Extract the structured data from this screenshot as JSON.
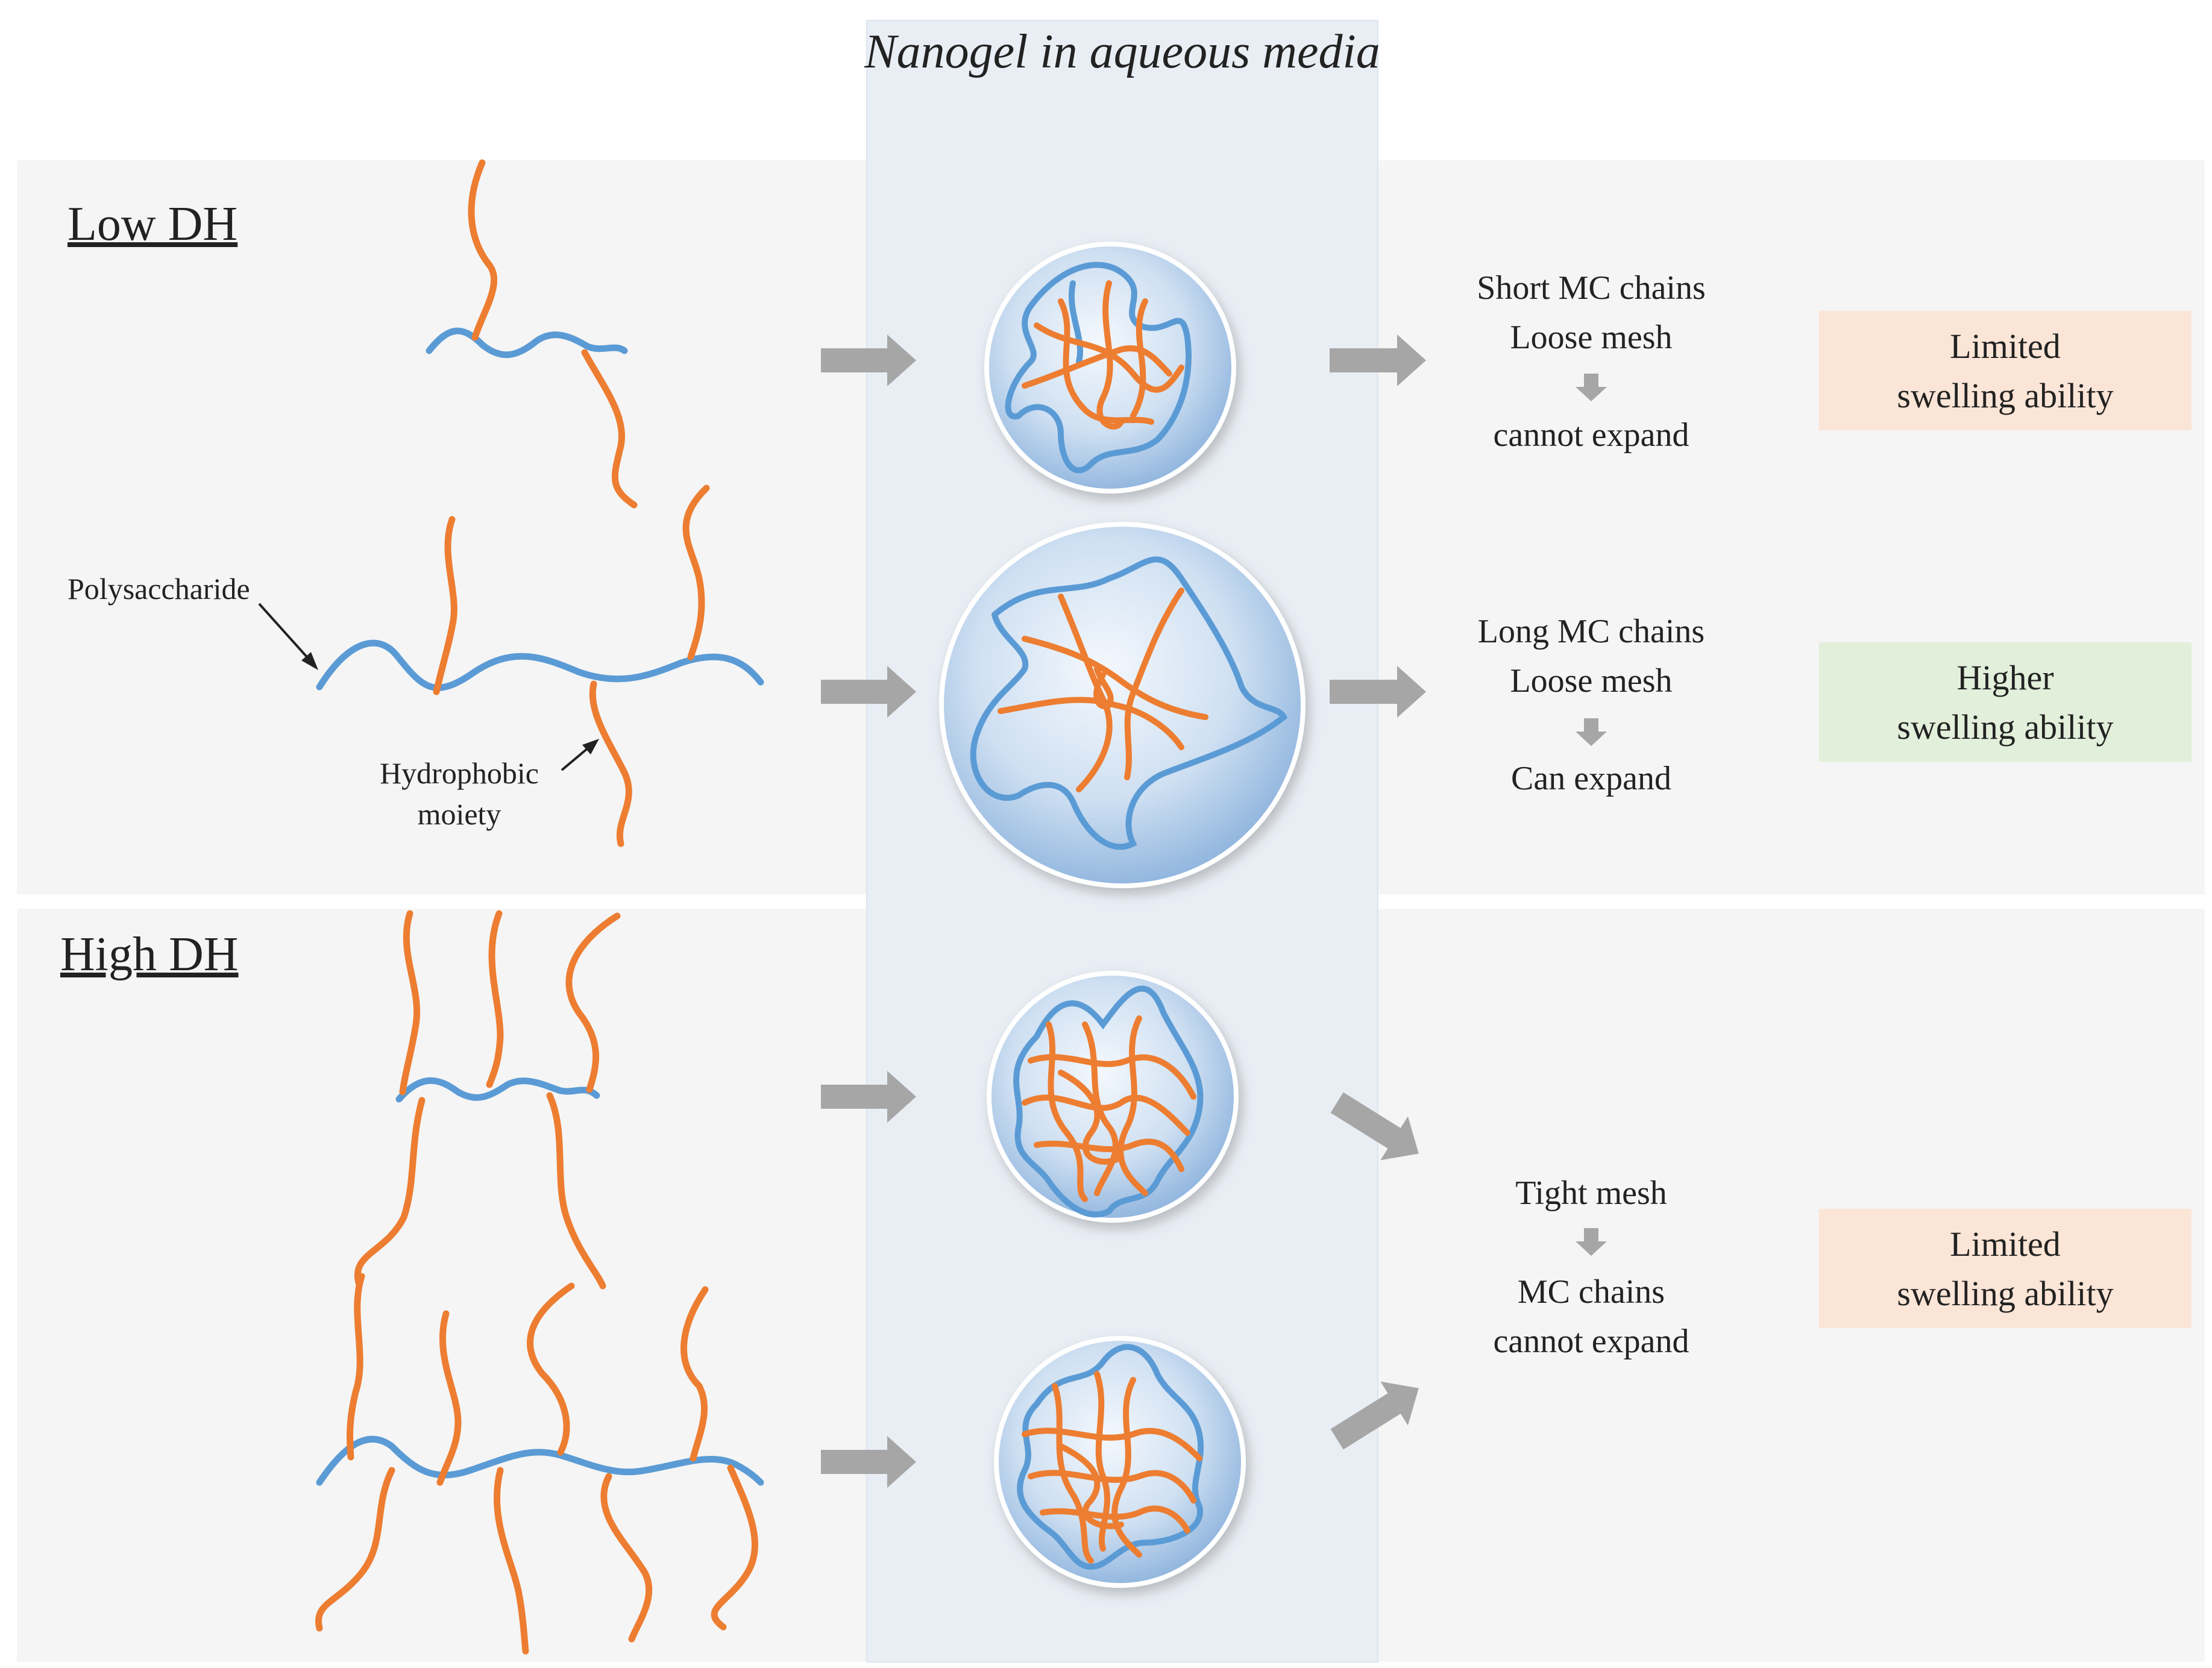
{
  "center_column": {
    "title": "Nanogel in aqueous media"
  },
  "sections": {
    "low_dh": {
      "title": "Low DH"
    },
    "high_dh": {
      "title": "High DH"
    }
  },
  "labels": {
    "polysaccharide": "Polysaccharide",
    "hydrophobic_line1": "Hydrophobic",
    "hydrophobic_line2": "moiety"
  },
  "rows": {
    "row1": {
      "desc_line1": "Short MC chains",
      "desc_line2": "Loose mesh",
      "desc_line3": "cannot expand",
      "outcome_line1": "Limited",
      "outcome_line2": "swelling ability"
    },
    "row2": {
      "desc_line1": "Long MC chains",
      "desc_line2": "Loose mesh",
      "desc_line3": "Can expand",
      "outcome_line1": "Higher",
      "outcome_line2": "swelling ability"
    },
    "row3": {
      "desc_line1": "Tight mesh",
      "desc_line2": "MC chains",
      "desc_line3": "cannot expand",
      "outcome_line1": "Limited",
      "outcome_line2": "swelling ability"
    }
  },
  "colors": {
    "section_background": "#f5f5f5",
    "column_background": "#e9eef5",
    "polysaccharide_chain": "#5b9bd5",
    "hydrophobic_chain": "#ed7d31",
    "arrow": "#a6a6a6",
    "limited_box": "#fbe5d6",
    "higher_box": "#e2efda"
  }
}
